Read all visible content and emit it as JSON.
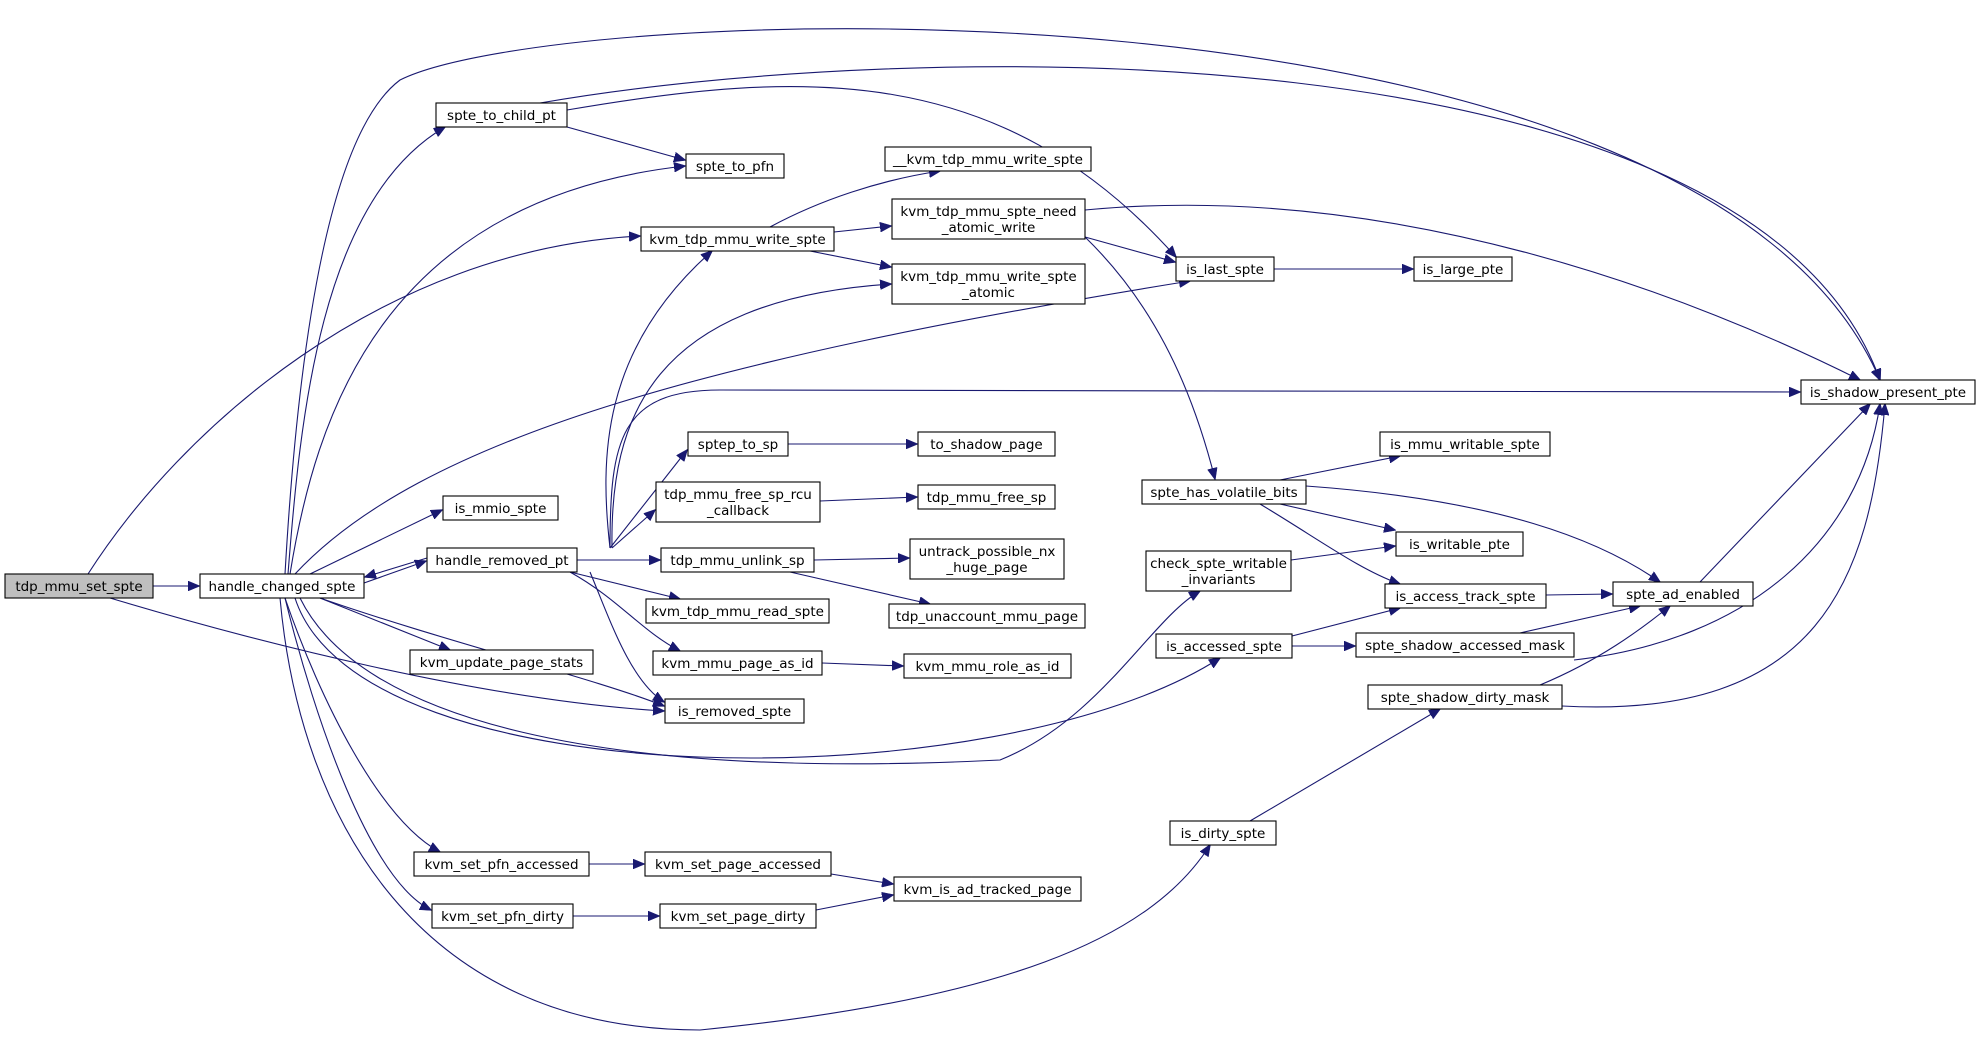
{
  "graph": {
    "root": "tdp_mmu_set_spte",
    "colors": {
      "edge": "#191970",
      "root_fill": "#bfbfbf",
      "node_fill": "#ffffff",
      "border": "#000000"
    },
    "nodes": [
      {
        "id": "tdp_mmu_set_spte",
        "lines": [
          "tdp_mmu_set_spte"
        ],
        "root": true
      },
      {
        "id": "handle_changed_spte",
        "lines": [
          "handle_changed_spte"
        ]
      },
      {
        "id": "is_removed_spte",
        "lines": [
          "is_removed_spte"
        ]
      },
      {
        "id": "kvm_tdp_mmu_write_spte",
        "lines": [
          "kvm_tdp_mmu_write_spte"
        ]
      },
      {
        "id": "spte_to_child_pt",
        "lines": [
          "spte_to_child_pt"
        ]
      },
      {
        "id": "spte_to_pfn",
        "lines": [
          "spte_to_pfn"
        ]
      },
      {
        "id": "is_last_spte",
        "lines": [
          "is_last_spte"
        ]
      },
      {
        "id": "is_shadow_present_pte",
        "lines": [
          "is_shadow_present_pte"
        ]
      },
      {
        "id": "is_mmio_spte",
        "lines": [
          "is_mmio_spte"
        ]
      },
      {
        "id": "handle_removed_pt",
        "lines": [
          "handle_removed_pt"
        ]
      },
      {
        "id": "kvm_update_page_stats",
        "lines": [
          "kvm_update_page_stats"
        ]
      },
      {
        "id": "check_spte_writable_invariants",
        "lines": [
          "check_spte_writable",
          "_invariants"
        ]
      },
      {
        "id": "is_accessed_spte",
        "lines": [
          "is_accessed_spte"
        ]
      },
      {
        "id": "kvm_set_pfn_accessed",
        "lines": [
          "kvm_set_pfn_accessed"
        ]
      },
      {
        "id": "kvm_set_pfn_dirty",
        "lines": [
          "kvm_set_pfn_dirty"
        ]
      },
      {
        "id": "is_dirty_spte",
        "lines": [
          "is_dirty_spte"
        ]
      },
      {
        "id": "__kvm_tdp_mmu_write_spte",
        "lines": [
          "__kvm_tdp_mmu_write_spte"
        ]
      },
      {
        "id": "kvm_tdp_mmu_spte_need_atomic_write",
        "lines": [
          "kvm_tdp_mmu_spte_need",
          "_atomic_write"
        ]
      },
      {
        "id": "kvm_tdp_mmu_write_spte_atomic",
        "lines": [
          "kvm_tdp_mmu_write_spte",
          "_atomic"
        ]
      },
      {
        "id": "is_large_pte",
        "lines": [
          "is_large_pte"
        ]
      },
      {
        "id": "sptep_to_sp",
        "lines": [
          "sptep_to_sp"
        ]
      },
      {
        "id": "to_shadow_page",
        "lines": [
          "to_shadow_page"
        ]
      },
      {
        "id": "tdp_mmu_free_sp_rcu_callback",
        "lines": [
          "tdp_mmu_free_sp_rcu",
          "_callback"
        ]
      },
      {
        "id": "tdp_mmu_free_sp",
        "lines": [
          "tdp_mmu_free_sp"
        ]
      },
      {
        "id": "tdp_mmu_unlink_sp",
        "lines": [
          "tdp_mmu_unlink_sp"
        ]
      },
      {
        "id": "untrack_possible_nx_huge_page",
        "lines": [
          "untrack_possible_nx",
          "_huge_page"
        ]
      },
      {
        "id": "tdp_unaccount_mmu_page",
        "lines": [
          "tdp_unaccount_mmu_page"
        ]
      },
      {
        "id": "kvm_tdp_mmu_read_spte",
        "lines": [
          "kvm_tdp_mmu_read_spte"
        ]
      },
      {
        "id": "kvm_mmu_page_as_id",
        "lines": [
          "kvm_mmu_page_as_id"
        ]
      },
      {
        "id": "kvm_mmu_role_as_id",
        "lines": [
          "kvm_mmu_role_as_id"
        ]
      },
      {
        "id": "spte_has_volatile_bits",
        "lines": [
          "spte_has_volatile_bits"
        ]
      },
      {
        "id": "is_mmu_writable_spte",
        "lines": [
          "is_mmu_writable_spte"
        ]
      },
      {
        "id": "is_writable_pte",
        "lines": [
          "is_writable_pte"
        ]
      },
      {
        "id": "is_access_track_spte",
        "lines": [
          "is_access_track_spte"
        ]
      },
      {
        "id": "spte_ad_enabled",
        "lines": [
          "spte_ad_enabled"
        ]
      },
      {
        "id": "spte_shadow_accessed_mask",
        "lines": [
          "spte_shadow_accessed_mask"
        ]
      },
      {
        "id": "spte_shadow_dirty_mask",
        "lines": [
          "spte_shadow_dirty_mask"
        ]
      },
      {
        "id": "kvm_set_page_accessed",
        "lines": [
          "kvm_set_page_accessed"
        ]
      },
      {
        "id": "kvm_set_page_dirty",
        "lines": [
          "kvm_set_page_dirty"
        ]
      },
      {
        "id": "kvm_is_ad_tracked_page",
        "lines": [
          "kvm_is_ad_tracked_page"
        ]
      }
    ],
    "edges": [
      [
        "tdp_mmu_set_spte",
        "handle_changed_spte"
      ],
      [
        "tdp_mmu_set_spte",
        "is_removed_spte"
      ],
      [
        "tdp_mmu_set_spte",
        "kvm_tdp_mmu_write_spte"
      ],
      [
        "handle_changed_spte",
        "spte_to_child_pt"
      ],
      [
        "handle_changed_spte",
        "spte_to_pfn"
      ],
      [
        "handle_changed_spte",
        "is_last_spte"
      ],
      [
        "handle_changed_spte",
        "is_shadow_present_pte"
      ],
      [
        "handle_changed_spte",
        "is_mmio_spte"
      ],
      [
        "handle_changed_spte",
        "handle_removed_pt"
      ],
      [
        "handle_changed_spte",
        "kvm_update_page_stats"
      ],
      [
        "handle_changed_spte",
        "is_removed_spte"
      ],
      [
        "handle_changed_spte",
        "check_spte_writable_invariants"
      ],
      [
        "handle_changed_spte",
        "is_accessed_spte"
      ],
      [
        "handle_changed_spte",
        "kvm_set_pfn_accessed"
      ],
      [
        "handle_changed_spte",
        "kvm_set_pfn_dirty"
      ],
      [
        "handle_changed_spte",
        "is_dirty_spte"
      ],
      [
        "spte_to_child_pt",
        "spte_to_pfn"
      ],
      [
        "spte_to_child_pt",
        "is_last_spte"
      ],
      [
        "spte_to_child_pt",
        "is_shadow_present_pte"
      ],
      [
        "handle_removed_pt",
        "handle_changed_spte"
      ],
      [
        "handle_removed_pt",
        "kvm_tdp_mmu_write_spte"
      ],
      [
        "handle_removed_pt",
        "kvm_tdp_mmu_write_spte_atomic"
      ],
      [
        "handle_removed_pt",
        "is_shadow_present_pte"
      ],
      [
        "handle_removed_pt",
        "sptep_to_sp"
      ],
      [
        "handle_removed_pt",
        "tdp_mmu_free_sp_rcu_callback"
      ],
      [
        "handle_removed_pt",
        "tdp_mmu_unlink_sp"
      ],
      [
        "handle_removed_pt",
        "kvm_tdp_mmu_read_spte"
      ],
      [
        "handle_removed_pt",
        "kvm_mmu_page_as_id"
      ],
      [
        "handle_removed_pt",
        "is_removed_spte"
      ],
      [
        "kvm_tdp_mmu_write_spte",
        "__kvm_tdp_mmu_write_spte"
      ],
      [
        "kvm_tdp_mmu_write_spte",
        "kvm_tdp_mmu_spte_need_atomic_write"
      ],
      [
        "kvm_tdp_mmu_write_spte",
        "kvm_tdp_mmu_write_spte_atomic"
      ],
      [
        "kvm_tdp_mmu_spte_need_atomic_write",
        "is_last_spte"
      ],
      [
        "kvm_tdp_mmu_spte_need_atomic_write",
        "is_shadow_present_pte"
      ],
      [
        "kvm_tdp_mmu_spte_need_atomic_write",
        "spte_has_volatile_bits"
      ],
      [
        "is_last_spte",
        "is_large_pte"
      ],
      [
        "sptep_to_sp",
        "to_shadow_page"
      ],
      [
        "tdp_mmu_free_sp_rcu_callback",
        "tdp_mmu_free_sp"
      ],
      [
        "tdp_mmu_unlink_sp",
        "untrack_possible_nx_huge_page"
      ],
      [
        "tdp_mmu_unlink_sp",
        "tdp_unaccount_mmu_page"
      ],
      [
        "kvm_mmu_page_as_id",
        "kvm_mmu_role_as_id"
      ],
      [
        "spte_has_volatile_bits",
        "is_mmu_writable_spte"
      ],
      [
        "spte_has_volatile_bits",
        "is_writable_pte"
      ],
      [
        "spte_has_volatile_bits",
        "is_access_track_spte"
      ],
      [
        "spte_has_volatile_bits",
        "spte_ad_enabled"
      ],
      [
        "check_spte_writable_invariants",
        "is_writable_pte"
      ],
      [
        "is_access_track_spte",
        "spte_ad_enabled"
      ],
      [
        "is_accessed_spte",
        "is_access_track_spte"
      ],
      [
        "is_accessed_spte",
        "spte_shadow_accessed_mask"
      ],
      [
        "spte_shadow_accessed_mask",
        "spte_ad_enabled"
      ],
      [
        "spte_shadow_accessed_mask",
        "is_shadow_present_pte"
      ],
      [
        "spte_shadow_dirty_mask",
        "spte_ad_enabled"
      ],
      [
        "spte_shadow_dirty_mask",
        "is_shadow_present_pte"
      ],
      [
        "spte_ad_enabled",
        "is_shadow_present_pte"
      ],
      [
        "is_dirty_spte",
        "spte_shadow_dirty_mask"
      ],
      [
        "kvm_set_pfn_accessed",
        "kvm_set_page_accessed"
      ],
      [
        "kvm_set_pfn_dirty",
        "kvm_set_page_dirty"
      ],
      [
        "kvm_set_page_accessed",
        "kvm_is_ad_tracked_page"
      ],
      [
        "kvm_set_page_dirty",
        "kvm_is_ad_tracked_page"
      ]
    ]
  }
}
